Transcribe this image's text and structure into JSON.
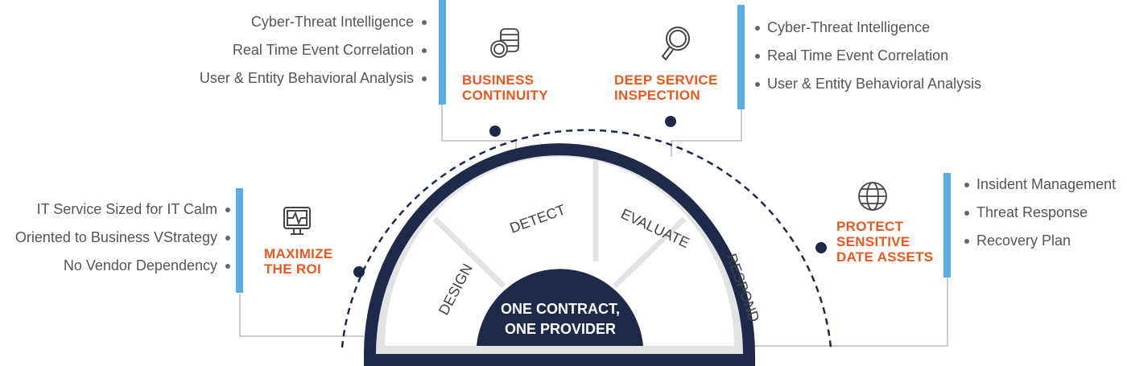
{
  "center": {
    "line1": "ONE CONTRACT,",
    "line2": "ONE PROVIDER"
  },
  "segments": [
    "DESIGN",
    "DETECT",
    "EVALUATE",
    "RESPOND"
  ],
  "pillars": [
    {
      "title1": "BUSINESS",
      "title2": "CONTINUITY",
      "icon": "coins-icon",
      "items": [
        "Cyber-Threat Intelligence",
        "Real Time Event Correlation",
        "User & Entity Behavioral Analysis"
      ]
    },
    {
      "title1": "DEEP SERVICE",
      "title2": "INSPECTION",
      "icon": "magnifier-icon",
      "items": [
        "Cyber-Threat Intelligence",
        "Real Time Event Correlation",
        "User & Entity Behavioral Analysis"
      ]
    },
    {
      "title1": "MAXIMIZE",
      "title2": "THE ROI",
      "icon": "monitor-icon",
      "items": [
        "IT Service Sized for IT Calm",
        "Oriented to Business VStrategy",
        "No Vendor Dependency"
      ]
    },
    {
      "title1": "PROTECT",
      "title2": "SENSITIVE",
      "title3": "DATE ASSETS",
      "icon": "globe-icon",
      "items": [
        "Insident Management",
        "Threat Response",
        "Recovery Plan"
      ]
    }
  ],
  "colors": {
    "navy": "#1f2a4a",
    "orange": "#e8581f",
    "blue": "#58ade6",
    "gray": "#e3e3e6"
  }
}
